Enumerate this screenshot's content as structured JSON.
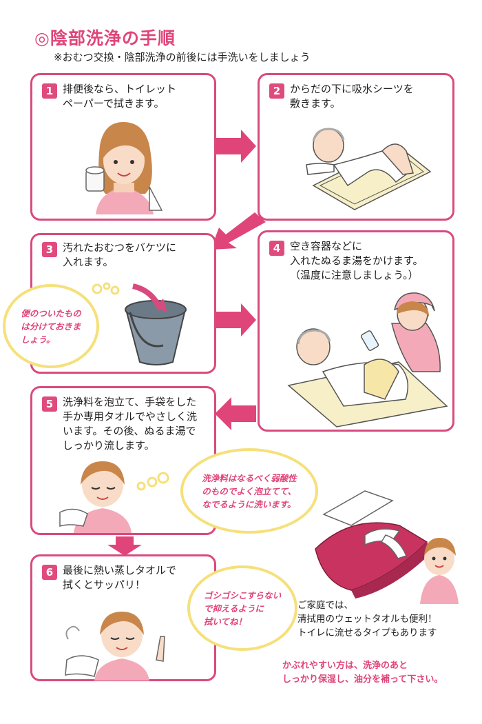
{
  "header": {
    "title": "◎陰部洗浄の手順",
    "subtitle": "※おむつ交換・陰部洗浄の前後には手洗いをしましょう"
  },
  "steps": [
    {
      "number": "1",
      "text": "排便後なら、トイレット\nペーパーで拭きます。"
    },
    {
      "number": "2",
      "text": "からだの下に吸水シーツを\n敷きます。"
    },
    {
      "number": "3",
      "text": "汚れたおむつをバケツに\n入れます。"
    },
    {
      "number": "4",
      "text": "空き容器などに\n入れたぬるま湯をかけます。\n（温度に注意しましょう。）"
    },
    {
      "number": "5",
      "text": "洗浄料を泡立て、手袋をした\n手か専用タオルでやさしく洗\nいます。その後、ぬるま湯で\nしっかり流します。"
    },
    {
      "number": "6",
      "text": "最後に熱い蒸しタオルで\n拭くとサッパリ！"
    }
  ],
  "bubbles": [
    {
      "text": "便のついたもの\nは分けておきま\nしょう。"
    },
    {
      "text": "洗浄料はなるべく弱酸性\nのものでよく泡立てて、\nなでるように洗います。"
    },
    {
      "text": "ゴシゴシこすらない\nで抑えるように\n拭いてね！"
    }
  ],
  "home_note": "ご家庭では、\n清拭用のウェットタオルも便利！\nトイレに流せるタイプもあります",
  "warning_note": "かぶれやすい方は、洗浄のあと\nしっかり保湿し、油分を補って下さい。",
  "colors": {
    "accent": "#e0457a",
    "border": "#d84a7e",
    "bubble_border": "#f5e07a"
  }
}
